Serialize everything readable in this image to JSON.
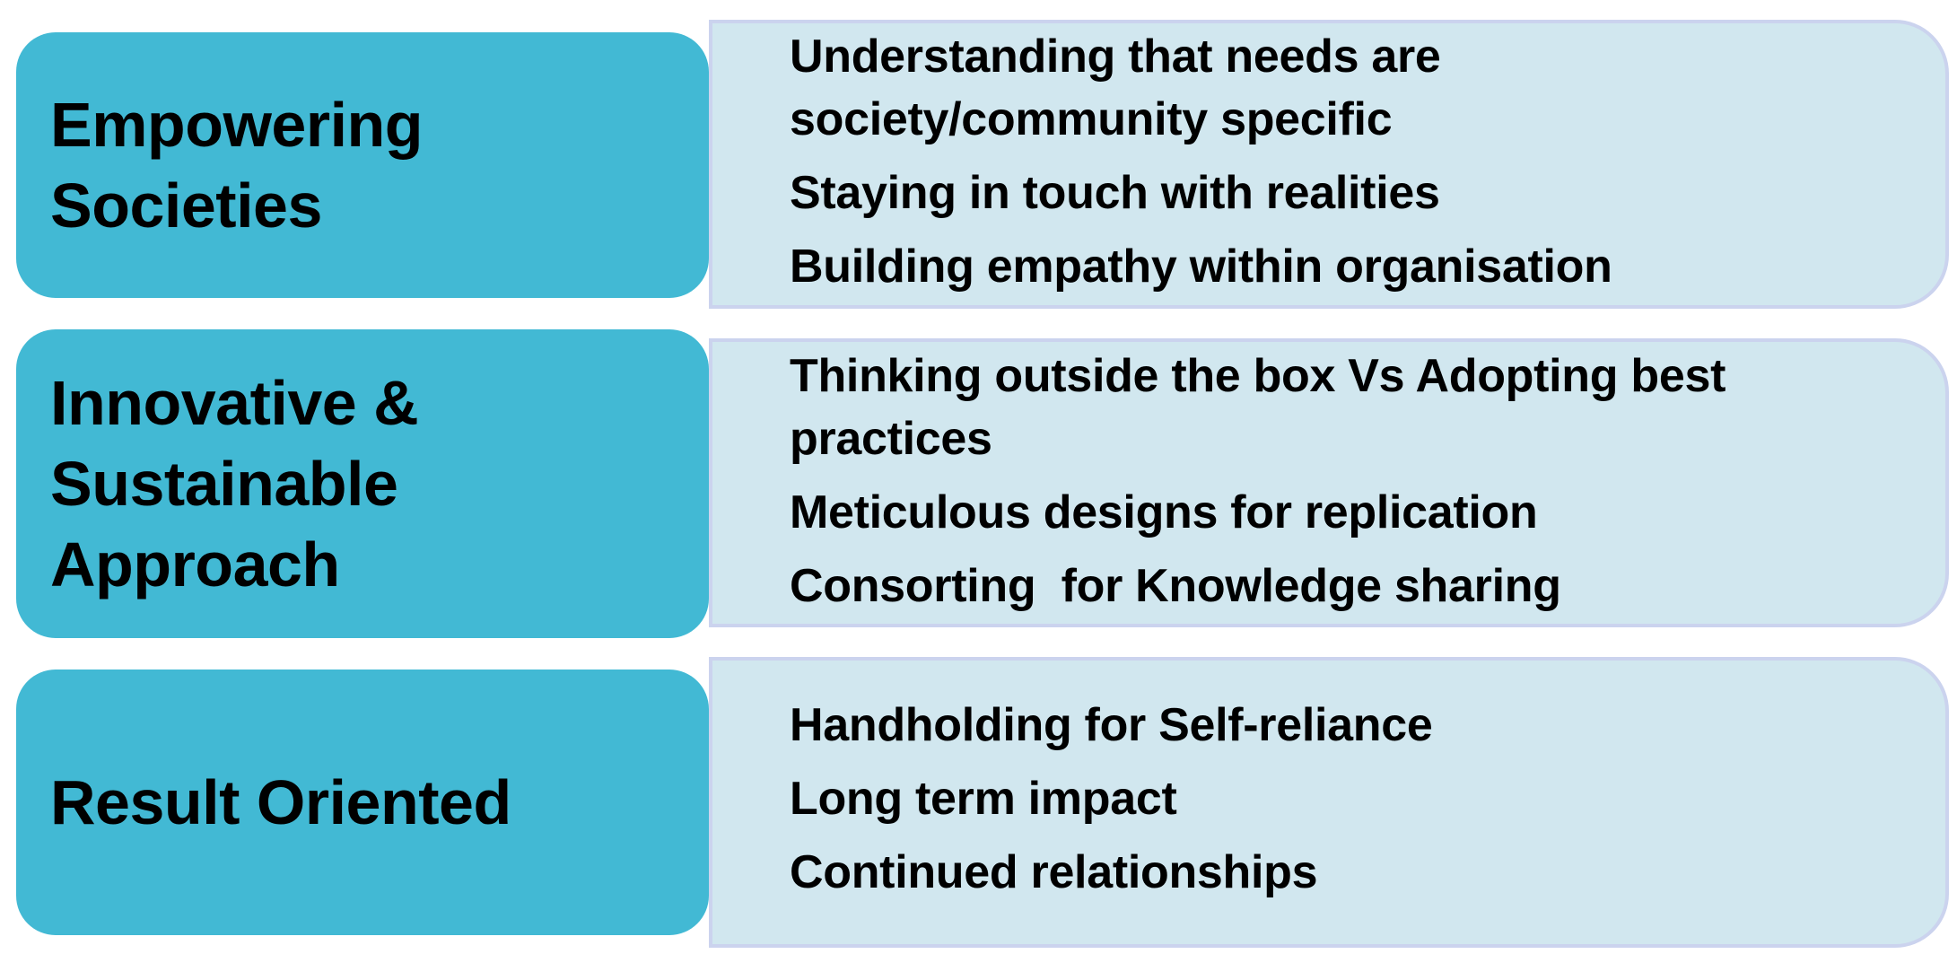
{
  "rows": [
    {
      "label": "Empowering Societies",
      "items": [
        "Understanding that needs are society/community specific",
        "Staying in touch with realities",
        "Building empathy within organisation"
      ]
    },
    {
      "label": "Innovative & Sustainable Approach",
      "items": [
        "Thinking outside the box Vs Adopting best practices",
        "Meticulous designs for replication",
        "Consorting  for Knowledge sharing"
      ]
    },
    {
      "label": "Result Oriented",
      "items": [
        "Handholding for Self-reliance",
        "Long term impact",
        "Continued relationships"
      ]
    }
  ]
}
